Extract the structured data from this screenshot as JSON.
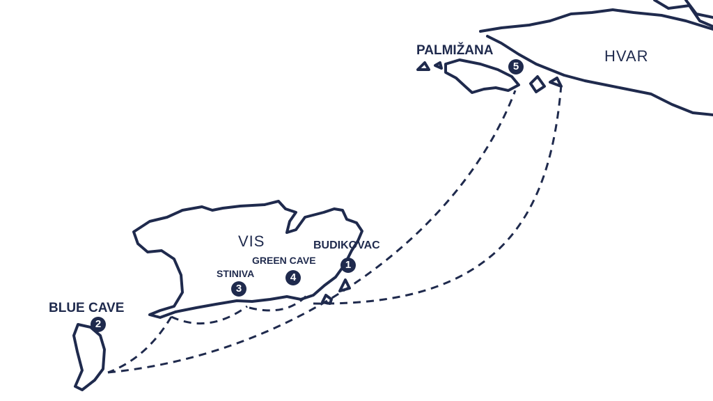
{
  "colors": {
    "ink": "#1f2a4d",
    "background": "#ffffff"
  },
  "islands": {
    "vis": "VIS",
    "hvar": "HVAR"
  },
  "stops": [
    {
      "number": "1",
      "name": "BUDIKOVAC"
    },
    {
      "number": "2",
      "name": "BLUE CAVE"
    },
    {
      "number": "3",
      "name": "STINIVA"
    },
    {
      "number": "4",
      "name": "GREEN CAVE"
    },
    {
      "number": "5",
      "name": "PALMIŽANA"
    }
  ]
}
